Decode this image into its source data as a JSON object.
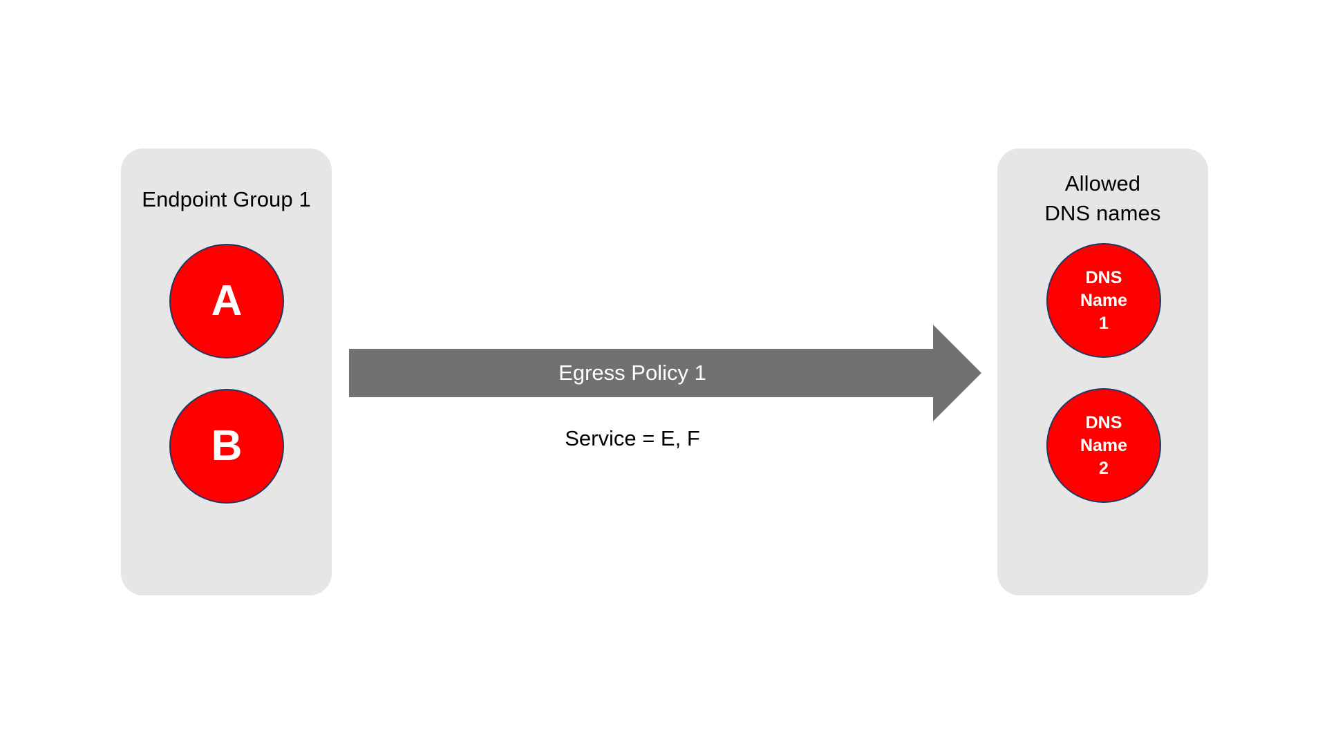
{
  "diagram": {
    "background_color": "#FFFFFF",
    "panel_fill": "#E6E6E6",
    "node_fill": "#FF0000",
    "node_stroke": "#1F3864",
    "arrow_fill": "#737070",
    "arrow_label_color": "#FFFFFF",
    "text_color": "#000000"
  },
  "source_group": {
    "title": "Endpoint Group 1",
    "nodes": [
      {
        "label": "A",
        "name": "endpoint-a"
      },
      {
        "label": "B",
        "name": "endpoint-b"
      }
    ]
  },
  "destination_group": {
    "title": "Allowed\nDNS names",
    "nodes": [
      {
        "label": "DNS\nName\n1",
        "name": "dns-name-1"
      },
      {
        "label": "DNS\nName\n2",
        "name": "dns-name-2"
      }
    ]
  },
  "policy": {
    "arrow_label": "Egress Policy 1",
    "service_label": "Service = E, F",
    "direction": "left-to-right"
  }
}
